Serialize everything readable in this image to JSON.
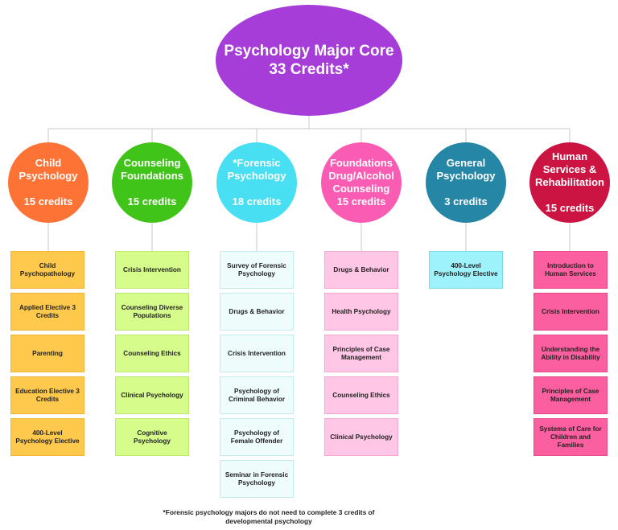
{
  "root": {
    "line1": "Psychology Major Core",
    "line2": "33 Credits*",
    "color": "#a63dd9"
  },
  "categories": [
    {
      "name": "Child\nPsychology",
      "credits": "15 credits",
      "color": "#fd7235",
      "courses": [
        "Child Psychopathology",
        "Applied Elective 3 Credits",
        "Parenting",
        "Education Elective 3 Credits",
        "400-Level Psychology Elective"
      ]
    },
    {
      "name": "Counseling\nFoundations",
      "credits": "15 credits",
      "color": "#41c41a",
      "courses": [
        "Crisis Intervention",
        "Counseling Diverse Populations",
        "Counseling Ethics",
        "Clinical Psychology",
        "Cognitive Psychology"
      ]
    },
    {
      "name": "*Forensic\nPsychology",
      "credits": "18 credits",
      "color": "#48dff3",
      "courses": [
        "Survey of Forensic Psychology",
        "Drugs & Behavior",
        "Crisis Intervention",
        "Psychology of Criminal Behavior",
        "Psychology of Female Offender",
        "Seminar in Forensic Psychology"
      ]
    },
    {
      "name": "Foundations\nDrug/Alcohol\nCounseling",
      "credits": "15 credits",
      "color": "#fb5cb3",
      "courses": [
        "Drugs & Behavior",
        "Health Psychology",
        "Principles of Case Management",
        "Counseling Ethics",
        "Clinical Psychology"
      ]
    },
    {
      "name": "General\nPsychology",
      "credits": "3 credits",
      "color": "#2686a6",
      "courses": [
        "400-Level Psychology Elective"
      ]
    },
    {
      "name": "Human\nServices &\nRehabilitation",
      "credits": "15 credits",
      "color": "#cc1443",
      "courses": [
        "Introduction to Human Services",
        "Crisis Intervention",
        "Understanding the Ability in Disability",
        "Principles of Case Management",
        "Systems of Care for Children and Families"
      ]
    }
  ],
  "footnote": "*Forensic psychology majors do not need to complete 3 credits of developmental psychology"
}
